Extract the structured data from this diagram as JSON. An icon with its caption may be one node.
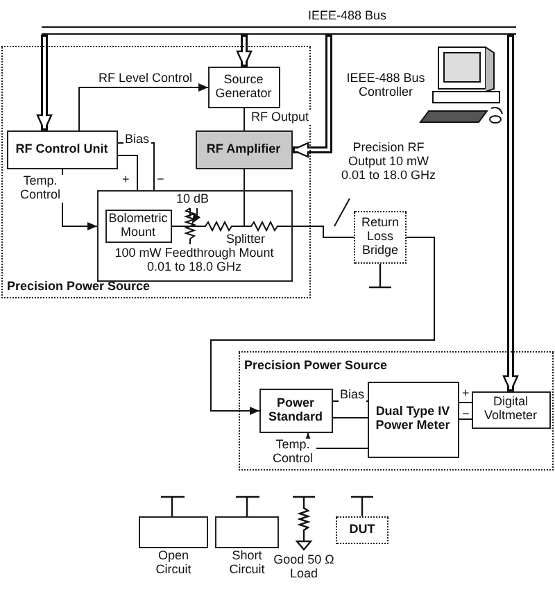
{
  "diagram": {
    "nodes": [
      {
        "text": [
          "Precision Power Source"
        ]
      },
      {
        "text": [
          "Source Generator"
        ],
        "in": 0
      },
      {
        "text": [
          "RF Control Unit"
        ],
        "in": 0
      },
      {
        "text": [
          "RF Amplifier"
        ],
        "in": 0
      },
      {
        "text": [
          "100 mW Feedthrough Mount 0.01 to 18.0 GHz"
        ],
        "in": 0
      },
      {
        "text": [
          "Bolometric Mount"
        ],
        "in": 4
      },
      {
        "text": [
          "Return Loss Bridge"
        ]
      },
      {
        "text": [
          "Precision RF Output 10 mW 0.01 to 18.0 GHz"
        ]
      },
      {
        "text": [
          "Precision Power Source"
        ]
      },
      {
        "text": [
          "Power Standard"
        ],
        "in": 8
      },
      {
        "text": [
          "Dual Type IV Power Meter"
        ],
        "in": 8
      },
      {
        "text": [
          "Digital Voltmeter"
        ],
        "in": 8
      },
      {
        "text": [
          "Open Circuit"
        ]
      },
      {
        "text": [
          "Short Circuit"
        ]
      },
      {
        "text": [
          "DUT"
        ]
      },
      {
        "text": [
          "IEEE-488 Bus"
        ]
      },
      {
        "text": [],
        "shape": "picture",
        "in": 4
      }
    ],
    "edges": [
      {
        "from": 15,
        "to": 2,
        "arrow": "to",
        "style": "thick"
      },
      {
        "from": 15,
        "to": 1,
        "arrow": "to",
        "style": "thick"
      },
      {
        "from": 15,
        "to": 3,
        "arrow": "to",
        "style": "thick"
      },
      {
        "from": 15,
        "to": 11,
        "arrow": "to",
        "style": "thick"
      },
      {
        "from": 2,
        "to": 1,
        "arrow": "to",
        "label": "RF Level Control"
      },
      {
        "from": 2,
        "to": 4,
        "arrow": "none",
        "label": "Bias"
      },
      {
        "from": 2,
        "to": 4,
        "arrow": "none"
      },
      {
        "from": 2,
        "to": 4,
        "arrow": "to",
        "label": "Temp. Control"
      },
      {
        "from": 1,
        "to": 3,
        "arrow": "none",
        "label": "RF Output"
      },
      {
        "from": 3,
        "to": 16,
        "arrow": "none"
      },
      {
        "from": 16,
        "to": 6,
        "arrow": "none"
      },
      {
        "from": 6,
        "to": 9,
        "arrow": "to"
      },
      {
        "from": 7,
        "to": null,
        "arrow": "none"
      },
      {
        "from": 9,
        "to": 10,
        "arrow": "none",
        "label": "Bias"
      },
      {
        "from": 9,
        "to": 10,
        "arrow": "none"
      },
      {
        "from": 10,
        "to": 9,
        "arrow": "to",
        "label": "Temp. Control"
      },
      {
        "from": 10,
        "to": 11,
        "arrow": "none"
      },
      {
        "from": 10,
        "to": 11,
        "arrow": "none"
      },
      {
        "from": 5,
        "to": 16,
        "arrow": "none"
      }
    ],
    "labels": [
      "IEEE-488 Bus Controller",
      "+",
      "−",
      "10 dB",
      "Splitter",
      "+",
      "−",
      "Good 50 Ω Load"
    ]
  }
}
